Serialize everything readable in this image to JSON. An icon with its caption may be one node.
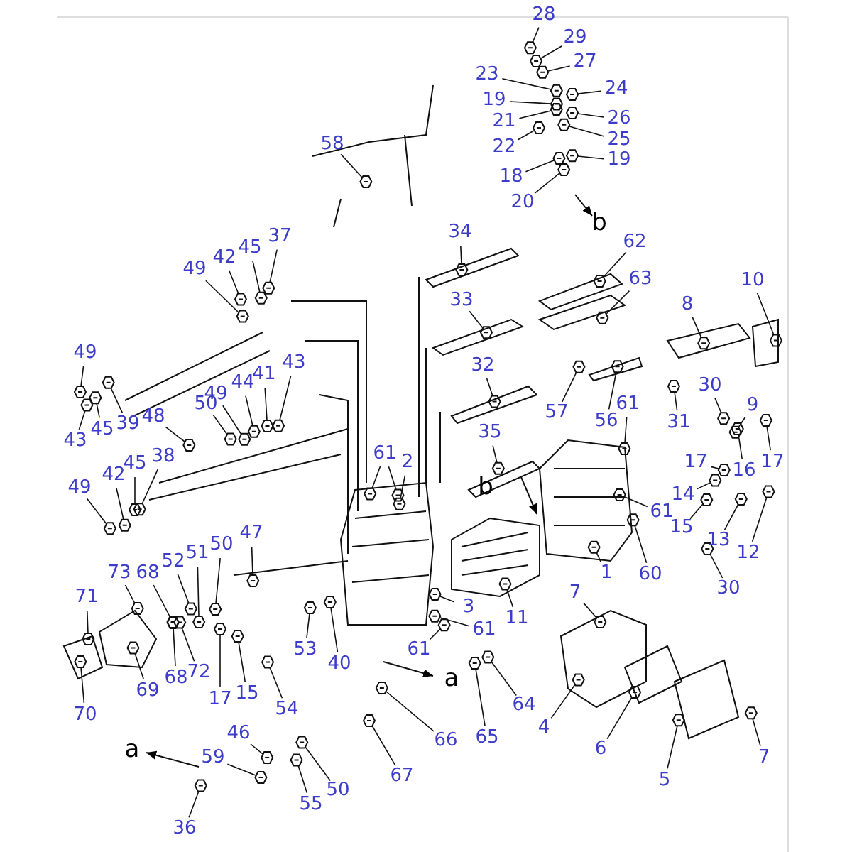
{
  "diagram": {
    "nodes": [
      {
        "text": [
          "28"
        ]
      },
      {
        "text": [
          "29"
        ]
      },
      {
        "text": [
          "27"
        ]
      },
      {
        "text": [
          "23"
        ]
      },
      {
        "text": [
          "24"
        ]
      },
      {
        "text": [
          "19"
        ]
      },
      {
        "text": [
          "21"
        ]
      },
      {
        "text": [
          "26"
        ]
      },
      {
        "text": [
          "25"
        ]
      },
      {
        "text": [
          "22"
        ]
      },
      {
        "text": [
          "18"
        ]
      },
      {
        "text": [
          "19"
        ]
      },
      {
        "text": [
          "20"
        ]
      },
      {
        "text": [
          "58"
        ]
      },
      {
        "text": [
          "34"
        ]
      },
      {
        "text": [
          "62"
        ]
      },
      {
        "text": [
          "63"
        ]
      },
      {
        "text": [
          "10"
        ]
      },
      {
        "text": [
          "8"
        ]
      },
      {
        "text": [
          "33"
        ]
      },
      {
        "text": [
          "32"
        ]
      },
      {
        "text": [
          "57"
        ]
      },
      {
        "text": [
          "56"
        ]
      },
      {
        "text": [
          "61"
        ]
      },
      {
        "text": [
          "31"
        ]
      },
      {
        "text": [
          "30"
        ]
      },
      {
        "text": [
          "9"
        ]
      },
      {
        "text": [
          "37"
        ]
      },
      {
        "text": [
          "45"
        ]
      },
      {
        "text": [
          "42"
        ]
      },
      {
        "text": [
          "49"
        ]
      },
      {
        "text": [
          "49"
        ]
      },
      {
        "text": [
          "43"
        ]
      },
      {
        "text": [
          "45"
        ]
      },
      {
        "text": [
          "39"
        ]
      },
      {
        "text": [
          "48"
        ]
      },
      {
        "text": [
          "50"
        ]
      },
      {
        "text": [
          "49"
        ]
      },
      {
        "text": [
          "44"
        ]
      },
      {
        "text": [
          "41"
        ]
      },
      {
        "text": [
          "43"
        ]
      },
      {
        "text": [
          "38"
        ]
      },
      {
        "text": [
          "45"
        ]
      },
      {
        "text": [
          "42"
        ]
      },
      {
        "text": [
          "49"
        ]
      },
      {
        "text": [
          "61"
        ]
      },
      {
        "text": [
          "2"
        ]
      },
      {
        "text": [
          "35"
        ]
      },
      {
        "text": [
          "17"
        ]
      },
      {
        "text": [
          "16"
        ]
      },
      {
        "text": [
          "17"
        ]
      },
      {
        "text": [
          "14"
        ]
      },
      {
        "text": [
          "61"
        ]
      },
      {
        "text": [
          "15"
        ]
      },
      {
        "text": [
          "13"
        ]
      },
      {
        "text": [
          "12"
        ]
      },
      {
        "text": [
          "60"
        ]
      },
      {
        "text": [
          "30"
        ]
      },
      {
        "text": [
          "1"
        ]
      },
      {
        "text": [
          "7"
        ]
      },
      {
        "text": [
          "11"
        ]
      },
      {
        "text": [
          "3"
        ]
      },
      {
        "text": [
          "61"
        ]
      },
      {
        "text": [
          "61"
        ]
      },
      {
        "text": [
          "40"
        ]
      },
      {
        "text": [
          "73"
        ]
      },
      {
        "text": [
          "71"
        ]
      },
      {
        "text": [
          "68"
        ]
      },
      {
        "text": [
          "52"
        ]
      },
      {
        "text": [
          "51"
        ]
      },
      {
        "text": [
          "50"
        ]
      },
      {
        "text": [
          "47"
        ]
      },
      {
        "text": [
          "69"
        ]
      },
      {
        "text": [
          "68"
        ]
      },
      {
        "text": [
          "72"
        ]
      },
      {
        "text": [
          "17"
        ]
      },
      {
        "text": [
          "15"
        ]
      },
      {
        "text": [
          "54"
        ]
      },
      {
        "text": [
          "53"
        ]
      },
      {
        "text": [
          "70"
        ]
      },
      {
        "text": [
          "36"
        ]
      },
      {
        "text": [
          "59"
        ]
      },
      {
        "text": [
          "46"
        ]
      },
      {
        "text": [
          "55"
        ]
      },
      {
        "text": [
          "50"
        ]
      },
      {
        "text": [
          "67"
        ]
      },
      {
        "text": [
          "66"
        ]
      },
      {
        "text": [
          "65"
        ]
      },
      {
        "text": [
          "64"
        ]
      },
      {
        "text": [
          "4"
        ]
      },
      {
        "text": [
          "6"
        ]
      },
      {
        "text": [
          "5"
        ]
      },
      {
        "text": [
          "7"
        ]
      },
      {
        "text": [],
        "shape": "picture"
      },
      {
        "text": [],
        "shape": "picture"
      },
      {
        "text": [],
        "shape": "picture"
      },
      {
        "text": [],
        "shape": "picture"
      },
      {
        "text": [],
        "shape": "picture"
      },
      {
        "text": [],
        "shape": "picture"
      },
      {
        "text": [],
        "shape": "picture"
      },
      {
        "text": [],
        "shape": "picture"
      },
      {
        "text": [],
        "shape": "picture"
      },
      {
        "text": [],
        "shape": "picture"
      },
      {
        "text": [],
        "shape": "picture"
      },
      {
        "text": [],
        "shape": "picture"
      },
      {
        "text": [],
        "shape": "picture"
      },
      {
        "text": [],
        "shape": "picture"
      },
      {
        "text": [],
        "shape": "picture"
      },
      {
        "text": [],
        "shape": "picture"
      },
      {
        "text": [],
        "shape": "picture"
      },
      {
        "text": [],
        "shape": "picture"
      },
      {
        "text": [],
        "shape": "picture"
      },
      {
        "text": [],
        "shape": "picture"
      },
      {
        "text": [],
        "shape": "picture"
      },
      {
        "text": [],
        "shape": "picture"
      },
      {
        "text": [],
        "shape": "picture"
      },
      {
        "text": [],
        "shape": "picture"
      },
      {
        "text": [],
        "shape": "picture"
      },
      {
        "text": [],
        "shape": "picture"
      },
      {
        "text": [],
        "shape": "picture"
      },
      {
        "text": [],
        "shape": "picture"
      },
      {
        "text": [],
        "shape": "picture"
      },
      {
        "text": [],
        "shape": "picture"
      },
      {
        "text": [],
        "shape": "picture"
      },
      {
        "text": [],
        "shape": "picture"
      },
      {
        "text": [],
        "shape": "picture"
      },
      {
        "text": [],
        "shape": "picture"
      },
      {
        "text": [],
        "shape": "picture"
      },
      {
        "text": [],
        "shape": "picture"
      },
      {
        "text": [],
        "shape": "picture"
      },
      {
        "text": [],
        "shape": "picture"
      },
      {
        "text": [],
        "shape": "picture"
      },
      {
        "text": [],
        "shape": "picture"
      },
      {
        "text": [],
        "shape": "picture"
      },
      {
        "text": [],
        "shape": "picture"
      },
      {
        "text": [],
        "shape": "picture"
      },
      {
        "text": [],
        "shape": "picture"
      },
      {
        "text": [],
        "shape": "picture"
      },
      {
        "text": [],
        "shape": "picture"
      },
      {
        "text": [],
        "shape": "picture"
      },
      {
        "text": [],
        "shape": "picture"
      },
      {
        "text": [],
        "shape": "picture"
      },
      {
        "text": [],
        "shape": "picture"
      },
      {
        "text": [],
        "shape": "picture"
      },
      {
        "text": [],
        "shape": "picture"
      },
      {
        "text": [],
        "shape": "picture"
      },
      {
        "text": [],
        "shape": "picture"
      },
      {
        "text": [],
        "shape": "picture"
      },
      {
        "text": [],
        "shape": "picture"
      },
      {
        "text": [],
        "shape": "picture"
      },
      {
        "text": [],
        "shape": "picture"
      },
      {
        "text": [],
        "shape": "picture"
      },
      {
        "text": [],
        "shape": "picture"
      },
      {
        "text": [],
        "shape": "picture"
      },
      {
        "text": [],
        "shape": "picture"
      },
      {
        "text": [],
        "shape": "picture"
      },
      {
        "text": [],
        "shape": "picture"
      },
      {
        "text": [],
        "shape": "picture"
      },
      {
        "text": [],
        "shape": "picture"
      },
      {
        "text": [],
        "shape": "picture"
      },
      {
        "text": [],
        "shape": "picture"
      },
      {
        "text": [],
        "shape": "picture"
      },
      {
        "text": [],
        "shape": "picture"
      },
      {
        "text": [],
        "shape": "picture"
      },
      {
        "text": [],
        "shape": "picture"
      },
      {
        "text": [],
        "shape": "picture"
      },
      {
        "text": [],
        "shape": "picture"
      },
      {
        "text": [],
        "shape": "picture"
      },
      {
        "text": [],
        "shape": "picture"
      },
      {
        "text": [],
        "shape": "picture"
      },
      {
        "text": [],
        "shape": "picture"
      },
      {
        "text": [],
        "shape": "picture"
      },
      {
        "text": [],
        "shape": "picture"
      },
      {
        "text": [],
        "shape": "picture"
      },
      {
        "text": [],
        "shape": "picture"
      },
      {
        "text": [],
        "shape": "picture"
      },
      {
        "text": [],
        "shape": "picture"
      },
      {
        "text": [],
        "shape": "picture"
      },
      {
        "text": [],
        "shape": "picture"
      },
      {
        "text": [],
        "shape": "picture"
      },
      {
        "text": [],
        "shape": "picture"
      },
      {
        "text": [],
        "shape": "picture"
      },
      {
        "text": [],
        "shape": "picture"
      },
      {
        "text": [],
        "shape": "picture"
      },
      {
        "text": [],
        "shape": "picture"
      },
      {
        "text": [],
        "shape": "picture"
      },
      {
        "text": [],
        "shape": "picture"
      }
    ],
    "edges": [
      {
        "from": 0,
        "to": 93,
        "arrow": "none"
      },
      {
        "from": 1,
        "to": 94,
        "arrow": "none"
      },
      {
        "from": 2,
        "to": 95,
        "arrow": "none"
      },
      {
        "from": 3,
        "to": 96,
        "arrow": "none"
      },
      {
        "from": 4,
        "to": 97,
        "arrow": "none"
      },
      {
        "from": 5,
        "to": 98,
        "arrow": "none"
      },
      {
        "from": 6,
        "to": 99,
        "arrow": "none"
      },
      {
        "from": 7,
        "to": 100,
        "arrow": "none"
      },
      {
        "from": 8,
        "to": 101,
        "arrow": "none"
      },
      {
        "from": 9,
        "to": 102,
        "arrow": "none"
      },
      {
        "from": 10,
        "to": 103,
        "arrow": "none"
      },
      {
        "from": 11,
        "to": 104,
        "arrow": "none"
      },
      {
        "from": 12,
        "to": 105,
        "arrow": "none"
      },
      {
        "from": 13,
        "to": 106,
        "arrow": "none"
      },
      {
        "from": 14,
        "to": 107,
        "arrow": "none"
      },
      {
        "from": 15,
        "to": 108,
        "arrow": "none"
      },
      {
        "from": 16,
        "to": 109,
        "arrow": "none"
      },
      {
        "from": 17,
        "to": 110,
        "arrow": "none"
      },
      {
        "from": 18,
        "to": 111,
        "arrow": "none"
      },
      {
        "from": 19,
        "to": 112,
        "arrow": "none"
      },
      {
        "from": 20,
        "to": 113,
        "arrow": "none"
      },
      {
        "from": 21,
        "to": 114,
        "arrow": "none"
      },
      {
        "from": 22,
        "to": 115,
        "arrow": "none"
      },
      {
        "from": 23,
        "to": 116,
        "arrow": "none"
      },
      {
        "from": 24,
        "to": 117,
        "arrow": "none"
      },
      {
        "from": 25,
        "to": 118,
        "arrow": "none"
      },
      {
        "from": 26,
        "to": 119,
        "arrow": "none"
      },
      {
        "from": 27,
        "to": 120,
        "arrow": "none"
      },
      {
        "from": 28,
        "to": 121,
        "arrow": "none"
      },
      {
        "from": 29,
        "to": 122,
        "arrow": "none"
      },
      {
        "from": 30,
        "to": 123,
        "arrow": "none"
      },
      {
        "from": 31,
        "to": 124,
        "arrow": "none"
      },
      {
        "from": 32,
        "to": 125,
        "arrow": "none"
      },
      {
        "from": 33,
        "to": 126,
        "arrow": "none"
      },
      {
        "from": 34,
        "to": 127,
        "arrow": "none"
      },
      {
        "from": 35,
        "to": 128,
        "arrow": "none"
      },
      {
        "from": 36,
        "to": 129,
        "arrow": "none"
      },
      {
        "from": 37,
        "to": 130,
        "arrow": "none"
      },
      {
        "from": 38,
        "to": 131,
        "arrow": "none"
      },
      {
        "from": 39,
        "to": 132,
        "arrow": "none"
      },
      {
        "from": 40,
        "to": 133,
        "arrow": "none"
      },
      {
        "from": 41,
        "to": 134,
        "arrow": "none"
      },
      {
        "from": 42,
        "to": 135,
        "arrow": "none"
      },
      {
        "from": 43,
        "to": 136,
        "arrow": "none"
      },
      {
        "from": 44,
        "to": 137,
        "arrow": "none"
      },
      {
        "from": 45,
        "to": 138,
        "arrow": "none"
      },
      {
        "from": 45,
        "to": 139,
        "arrow": "none"
      },
      {
        "from": 46,
        "to": 140,
        "arrow": "none"
      },
      {
        "from": 47,
        "to": 141,
        "arrow": "none"
      },
      {
        "from": 48,
        "to": 142,
        "arrow": "none"
      },
      {
        "from": 49,
        "to": 143,
        "arrow": "none"
      },
      {
        "from": 50,
        "to": 144,
        "arrow": "none"
      },
      {
        "from": 51,
        "to": 145,
        "arrow": "none"
      },
      {
        "from": 52,
        "to": 146,
        "arrow": "none"
      },
      {
        "from": 53,
        "to": 147,
        "arrow": "none"
      },
      {
        "from": 54,
        "to": 148,
        "arrow": "none"
      },
      {
        "from": 55,
        "to": 149,
        "arrow": "none"
      },
      {
        "from": 56,
        "to": 150,
        "arrow": "none"
      },
      {
        "from": 57,
        "to": 151,
        "arrow": "none"
      },
      {
        "from": 58,
        "to": 152,
        "arrow": "none"
      },
      {
        "from": 59,
        "to": 153,
        "arrow": "none"
      },
      {
        "from": 60,
        "to": 154,
        "arrow": "none"
      },
      {
        "from": 61,
        "to": 155,
        "arrow": "none"
      },
      {
        "from": 62,
        "to": 156,
        "arrow": "none"
      },
      {
        "from": 63,
        "to": 157,
        "arrow": "none"
      },
      {
        "from": 64,
        "to": 158,
        "arrow": "none"
      },
      {
        "from": 65,
        "to": 159,
        "arrow": "none"
      },
      {
        "from": 66,
        "to": 160,
        "arrow": "none"
      },
      {
        "from": 67,
        "to": 161,
        "arrow": "none"
      },
      {
        "from": 68,
        "to": 162,
        "arrow": "none"
      },
      {
        "from": 69,
        "to": 163,
        "arrow": "none"
      },
      {
        "from": 70,
        "to": 164,
        "arrow": "none"
      },
      {
        "from": 71,
        "to": 165,
        "arrow": "none"
      },
      {
        "from": 72,
        "to": 166,
        "arrow": "none"
      },
      {
        "from": 73,
        "to": 167,
        "arrow": "none"
      },
      {
        "from": 74,
        "to": 168,
        "arrow": "none"
      },
      {
        "from": 75,
        "to": 169,
        "arrow": "none"
      },
      {
        "from": 76,
        "to": 170,
        "arrow": "none"
      },
      {
        "from": 77,
        "to": 171,
        "arrow": "none"
      },
      {
        "from": 78,
        "to": 172,
        "arrow": "none"
      },
      {
        "from": 79,
        "to": 173,
        "arrow": "none"
      },
      {
        "from": 80,
        "to": 174,
        "arrow": "none"
      },
      {
        "from": 81,
        "to": 175,
        "arrow": "none"
      },
      {
        "from": 82,
        "to": 176,
        "arrow": "none"
      },
      {
        "from": 83,
        "to": 177,
        "arrow": "none"
      },
      {
        "from": 84,
        "to": 178,
        "arrow": "none"
      },
      {
        "from": 85,
        "to": 179,
        "arrow": "none"
      },
      {
        "from": 86,
        "to": 180,
        "arrow": "none"
      },
      {
        "from": 87,
        "to": 181,
        "arrow": "none"
      },
      {
        "from": 88,
        "to": 182,
        "arrow": "none"
      },
      {
        "from": 89,
        "to": 183,
        "arrow": "none"
      },
      {
        "from": 90,
        "to": 184,
        "arrow": "none"
      },
      {
        "from": 91,
        "to": 185,
        "arrow": "none"
      },
      {
        "from": 92,
        "to": 186,
        "arrow": "none"
      }
    ],
    "labels": [
      "b",
      "b",
      "a",
      "a"
    ]
  }
}
